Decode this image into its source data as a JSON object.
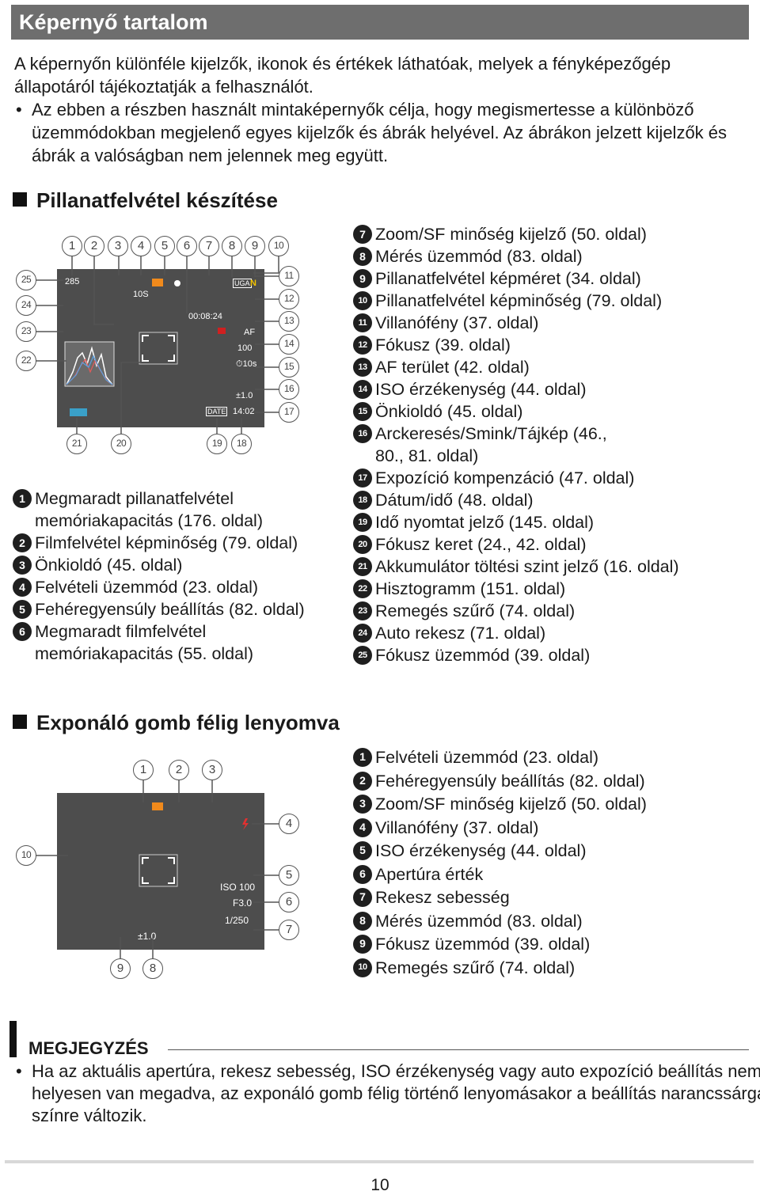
{
  "header": {
    "title": "Képernyő tartalom"
  },
  "intro": {
    "paragraph": "A képernyőn különféle kijelzők, ikonok és értékek láthatóak, melyek a fényképezőgép állapotáról tájékoztatják a felhasználót.",
    "bullet": "Az ebben a részben használt mintaképernyők célja, hogy megismertesse a különböző üzemmódokban megjelenő egyes kijelzők és ábrák helyével. Az ábrákon jelzett kijelzők és ábrák a valóságban nem jelennek meg együtt."
  },
  "section1": {
    "heading": "Pillanatfelvétel készítése",
    "screen": {
      "shots": "285",
      "selftimer": "10S",
      "time": "00:08:24",
      "iso": "100",
      "st": "⏱10s",
      "ev": "±1.0",
      "clock": "14:02",
      "quality": "N",
      "size": "UGA",
      "af": "AF",
      "stamp": "DATE"
    },
    "left_items": [
      {
        "n": "1",
        "text": "Megmaradt pillanatfelvétel memóriakapacitás (176. oldal)"
      },
      {
        "n": "2",
        "text": "Filmfelvétel képminőség (79. oldal)"
      },
      {
        "n": "3",
        "text": "Önkioldó (45. oldal)"
      },
      {
        "n": "4",
        "text": "Felvételi üzemmód (23. oldal)"
      },
      {
        "n": "5",
        "text": "Fehéregyensúly beállítás (82. oldal)"
      },
      {
        "n": "6",
        "text": "Megmaradt filmfelvétel memóriakapacitás (55. oldal)"
      }
    ],
    "right_items": [
      {
        "n": "7",
        "text": "Zoom/SF minőség kijelző (50. oldal)"
      },
      {
        "n": "8",
        "text": "Mérés üzemmód (83. oldal)"
      },
      {
        "n": "9",
        "text": "Pillanatfelvétel képméret (34. oldal)"
      },
      {
        "n": "10",
        "text": "Pillanatfelvétel képminőség (79. oldal)"
      },
      {
        "n": "11",
        "text": "Villanófény (37. oldal)"
      },
      {
        "n": "12",
        "text": "Fókusz (39. oldal)"
      },
      {
        "n": "13",
        "text": "AF terület (42. oldal)"
      },
      {
        "n": "14",
        "text": "ISO érzékenység (44. oldal)"
      },
      {
        "n": "15",
        "text": "Önkioldó (45. oldal)"
      },
      {
        "n": "16",
        "text": "Arckeresés/Smink/Tájkép (46., 80., 81. oldal)"
      },
      {
        "n": "17",
        "text": "Expozíció kompenzáció (47. oldal)"
      },
      {
        "n": "18",
        "text": "Dátum/idő (48. oldal)"
      },
      {
        "n": "19",
        "text": "Idő nyomtat jelző (145. oldal)"
      },
      {
        "n": "20",
        "text": "Fókusz keret (24., 42. oldal)"
      },
      {
        "n": "21",
        "text": "Akkumulátor töltési szint jelző (16. oldal)"
      },
      {
        "n": "22",
        "text": "Hisztogramm (151. oldal)"
      },
      {
        "n": "23",
        "text": "Remegés szűrő (74. oldal)"
      },
      {
        "n": "24",
        "text": "Auto rekesz (71. oldal)"
      },
      {
        "n": "25",
        "text": "Fókusz üzemmód (39. oldal)"
      }
    ]
  },
  "section2": {
    "heading": "Exponáló gomb félig lenyomva",
    "screen": {
      "iso": "ISO 100",
      "aperture": "F3.0",
      "shutter": "1/250",
      "ev": "±1.0"
    },
    "items": [
      {
        "n": "1",
        "text": "Felvételi üzemmód (23. oldal)"
      },
      {
        "n": "2",
        "text": "Fehéregyensúly beállítás (82. oldal)"
      },
      {
        "n": "3",
        "text": "Zoom/SF minőség kijelző (50. oldal)"
      },
      {
        "n": "4",
        "text": "Villanófény (37. oldal)"
      },
      {
        "n": "5",
        "text": "ISO érzékenység (44. oldal)"
      },
      {
        "n": "6",
        "text": "Apertúra érték"
      },
      {
        "n": "7",
        "text": "Rekesz sebesség"
      },
      {
        "n": "8",
        "text": "Mérés üzemmód (83. oldal)"
      },
      {
        "n": "9",
        "text": "Fókusz üzemmód (39. oldal)"
      },
      {
        "n": "10",
        "text": "Remegés szűrő (74. oldal)"
      }
    ]
  },
  "note": {
    "heading": "MEGJEGYZÉS",
    "text": "Ha az aktuális apertúra, rekesz sebesség, ISO érzékenység vagy auto expozíció beállítás nem helyesen van megadva, az exponáló gomb félig történő lenyomásakor a beállítás narancssárga színre változik."
  },
  "page_number": "10"
}
